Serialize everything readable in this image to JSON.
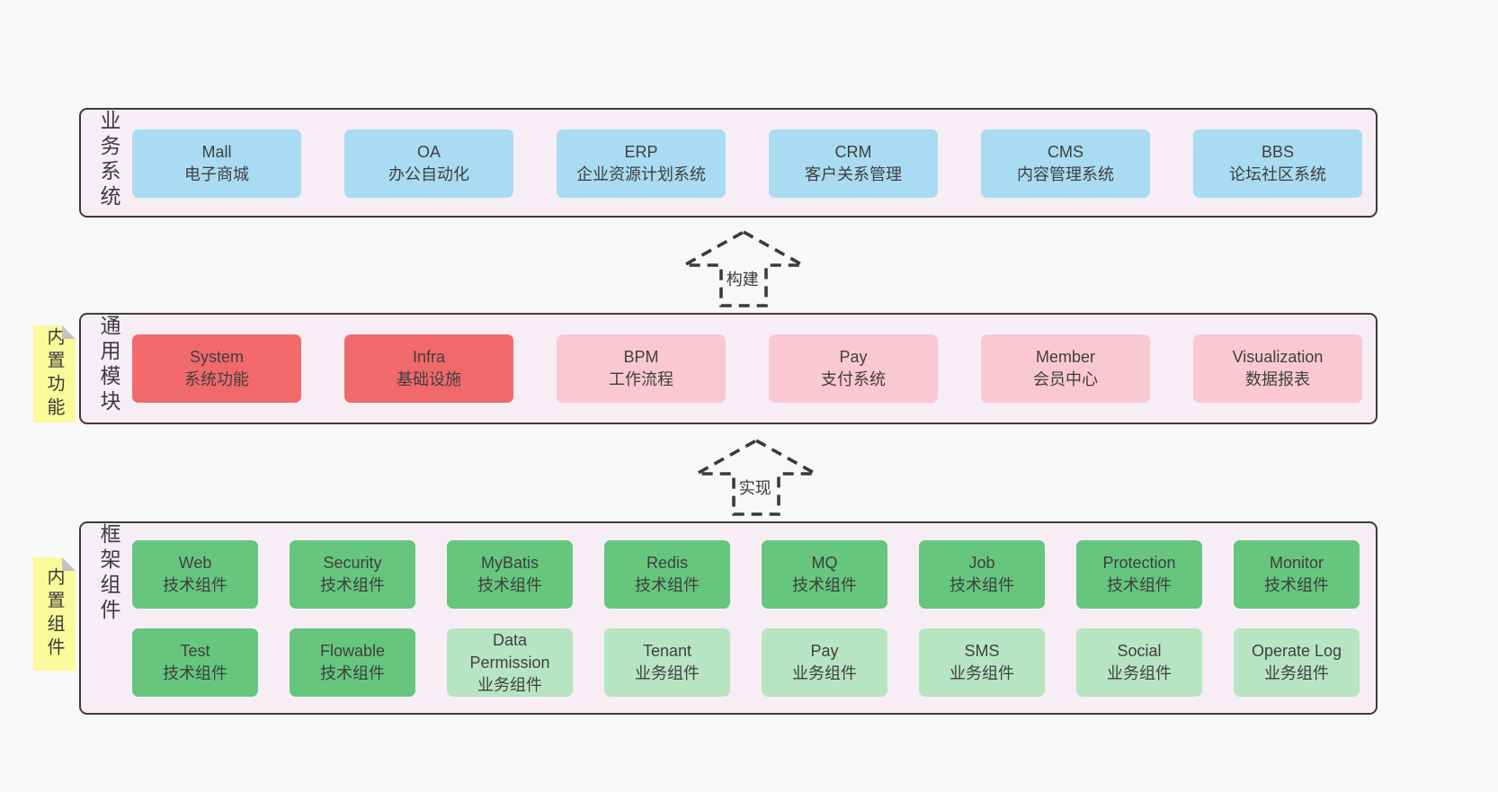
{
  "palette": {
    "page_bg": "#f8f8f8",
    "container_bg": "#f7edf5",
    "ink": "#3b3b3b",
    "blue": "#a9dbf2",
    "red": "#f2696c",
    "pink": "#fac8d2",
    "green": "#66c67e",
    "green_light": "#b7e5c1",
    "note_yellow": "#fafa9b",
    "fold_gray": "#c3c3c3"
  },
  "arrows": [
    {
      "label": "构建"
    },
    {
      "label": "实现"
    }
  ],
  "layers": [
    {
      "label": "业务系统",
      "boxes": [
        {
          "title": "Mall",
          "subtitle": "电子商城",
          "variant": "blue"
        },
        {
          "title": "OA",
          "subtitle": "办公自动化",
          "variant": "blue"
        },
        {
          "title": "ERP",
          "subtitle": "企业资源计划系统",
          "variant": "blue"
        },
        {
          "title": "CRM",
          "subtitle": "客户关系管理",
          "variant": "blue"
        },
        {
          "title": "CMS",
          "subtitle": "内容管理系统",
          "variant": "blue"
        },
        {
          "title": "BBS",
          "subtitle": "论坛社区系统",
          "variant": "blue"
        }
      ]
    },
    {
      "label": "通用模块",
      "note": "内置功能",
      "boxes": [
        {
          "title": "System",
          "subtitle": "系统功能",
          "variant": "red"
        },
        {
          "title": "Infra",
          "subtitle": "基础设施",
          "variant": "red"
        },
        {
          "title": "BPM",
          "subtitle": "工作流程",
          "variant": "pink"
        },
        {
          "title": "Pay",
          "subtitle": "支付系统",
          "variant": "pink"
        },
        {
          "title": "Member",
          "subtitle": "会员中心",
          "variant": "pink"
        },
        {
          "title": "Visualization",
          "subtitle": "数据报表",
          "variant": "pink"
        }
      ]
    },
    {
      "label": "框架组件",
      "note": "内置组件",
      "rows": [
        [
          {
            "title": "Web",
            "subtitle": "技术组件",
            "variant": "green"
          },
          {
            "title": "Security",
            "subtitle": "技术组件",
            "variant": "green"
          },
          {
            "title": "MyBatis",
            "subtitle": "技术组件",
            "variant": "green"
          },
          {
            "title": "Redis",
            "subtitle": "技术组件",
            "variant": "green"
          },
          {
            "title": "MQ",
            "subtitle": "技术组件",
            "variant": "green"
          },
          {
            "title": "Job",
            "subtitle": "技术组件",
            "variant": "green"
          },
          {
            "title": "Protection",
            "subtitle": "技术组件",
            "variant": "green"
          },
          {
            "title": "Monitor",
            "subtitle": "技术组件",
            "variant": "green"
          }
        ],
        [
          {
            "title": "Test",
            "subtitle": "技术组件",
            "variant": "green"
          },
          {
            "title": "Flowable",
            "subtitle": "技术组件",
            "variant": "green"
          },
          {
            "title": "Data Permission",
            "subtitle": "业务组件",
            "variant": "green-light"
          },
          {
            "title": "Tenant",
            "subtitle": "业务组件",
            "variant": "green-light"
          },
          {
            "title": "Pay",
            "subtitle": "业务组件",
            "variant": "green-light"
          },
          {
            "title": "SMS",
            "subtitle": "业务组件",
            "variant": "green-light"
          },
          {
            "title": "Social",
            "subtitle": "业务组件",
            "variant": "green-light"
          },
          {
            "title": "Operate Log",
            "subtitle": "业务组件",
            "variant": "green-light"
          }
        ]
      ]
    }
  ]
}
